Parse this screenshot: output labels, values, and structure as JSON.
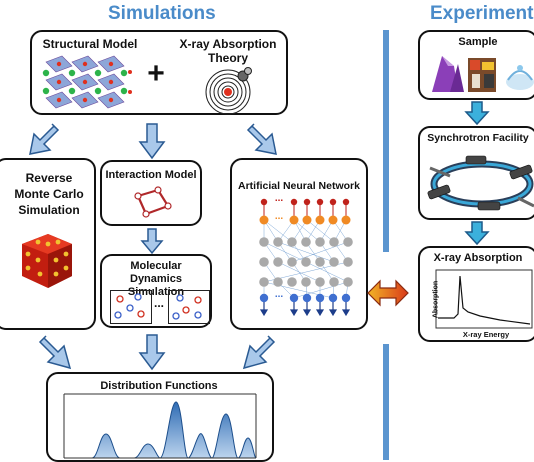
{
  "headers": {
    "simulations": "Simulations",
    "experiment": "Experiment"
  },
  "structural": {
    "model_label": "Structural Model",
    "plus": "+",
    "theory_label": "X-ray Absorption\nTheory"
  },
  "rmc": {
    "label": "Reverse\nMonte Carlo\nSimulation"
  },
  "interaction": {
    "label": "Interaction Model"
  },
  "md": {
    "label": "Molecular Dynamics\nSimulation",
    "ellipsis": "..."
  },
  "ann": {
    "label": "Artificial Neural Network",
    "ellipsis": "..."
  },
  "distribution": {
    "label": "Distribution Functions"
  },
  "experiment": {
    "sample_label": "Sample",
    "synchrotron_label": "Synchrotron Facility",
    "absorption_label": "X-ray Absorption",
    "y_axis": "Absorption",
    "x_axis": "X-ray Energy"
  },
  "colors": {
    "accent": "#4a8bc9",
    "arrow_fill": "#a9c8ea",
    "arrow_stroke": "#2a5a92",
    "curve": "#3f7fc2"
  }
}
